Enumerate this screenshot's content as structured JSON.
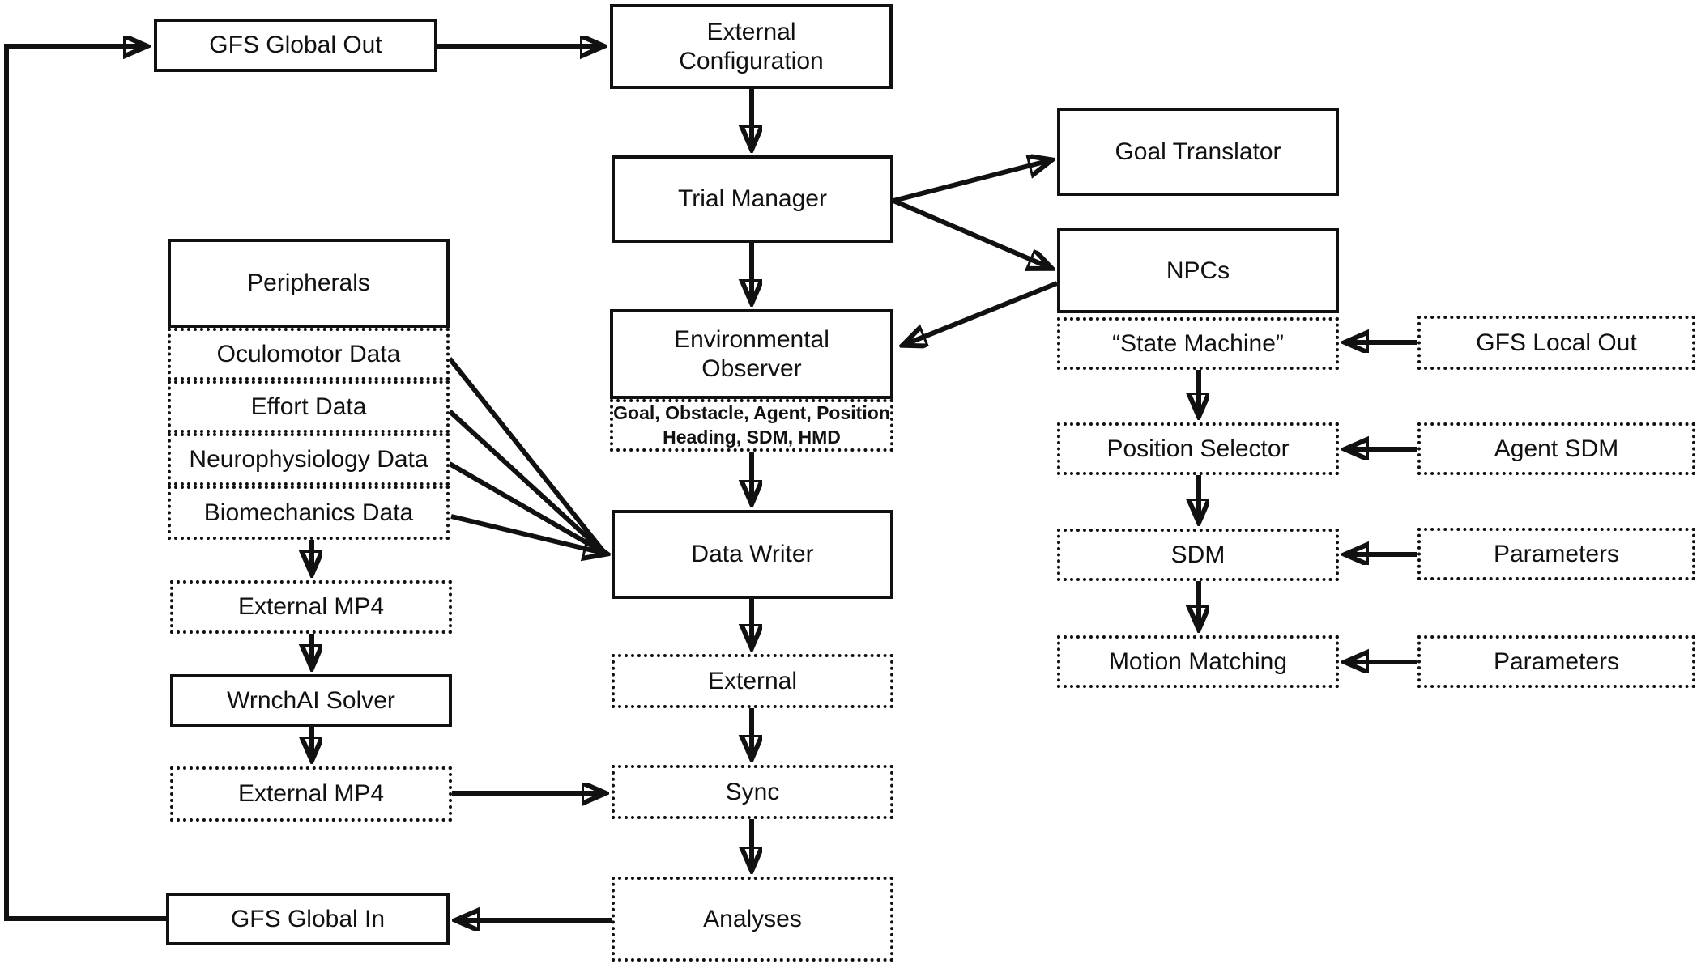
{
  "figure": {
    "type": "flowchart",
    "background_color": "#ffffff",
    "line_color": "#111111",
    "description": "System architecture flow diagram with solid-border modules, dotted-border data items, and a global feedback loop"
  },
  "nodes": {
    "gfs_global_out": "GFS Global Out",
    "external_configuration": "External\nConfiguration",
    "trial_manager": "Trial Manager",
    "goal_translator": "Goal Translator",
    "npcs": "NPCs",
    "state_machine": "“State Machine”",
    "gfs_local_out": "GFS Local Out",
    "position_selector": "Position Selector",
    "agent_sdm": "Agent SDM",
    "sdm": "SDM",
    "parameters_a": "Parameters",
    "motion_matching": "Motion Matching",
    "parameters_b": "Parameters",
    "peripherals": "Peripherals",
    "oculomotor_data": "Oculomotor Data",
    "effort_data": "Effort Data",
    "neurophysiology_data": "Neurophysiology Data",
    "biomechanics_data": "Biomechanics Data",
    "environmental_observer": "Environmental\nObserver",
    "environmental_observer_attrs": "Goal, Obstacle, Agent, Position\nHeading, SDM, HMD",
    "data_writer": "Data Writer",
    "external_mp4_a": "External MP4",
    "wrnchai_solver": "WrnchAI Solver",
    "external_mp4_b": "External MP4",
    "external": "External",
    "sync": "Sync",
    "analyses": "Analyses",
    "gfs_global_in": "GFS Global In"
  }
}
